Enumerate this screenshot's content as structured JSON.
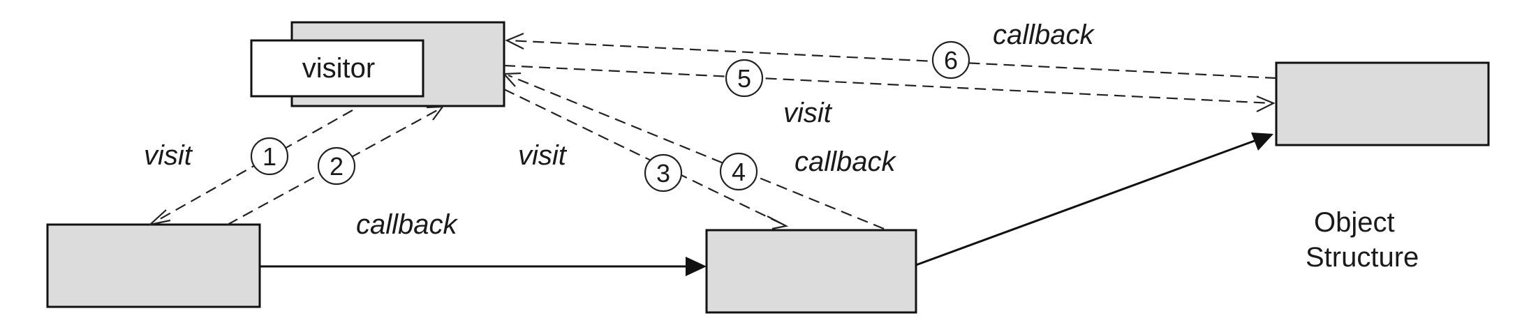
{
  "visitor": {
    "label": "visitor"
  },
  "object_structure": {
    "label_line1": "Object",
    "label_line2": "Structure"
  },
  "edges": {
    "e1": {
      "number": "1",
      "label": "visit"
    },
    "e2": {
      "number": "2"
    },
    "e3": {
      "number": "3",
      "label": "visit"
    },
    "e4": {
      "number": "4",
      "label": "callback"
    },
    "e5": {
      "number": "5",
      "label": "visit"
    },
    "e6": {
      "number": "6",
      "label": "callback"
    },
    "solid_left_to_middle": {
      "label": "callback"
    }
  },
  "colors": {
    "box_fill": "#dcdcdc",
    "box_stroke": "#111111",
    "visitor_front_fill": "#ffffff",
    "line": "#222222"
  }
}
